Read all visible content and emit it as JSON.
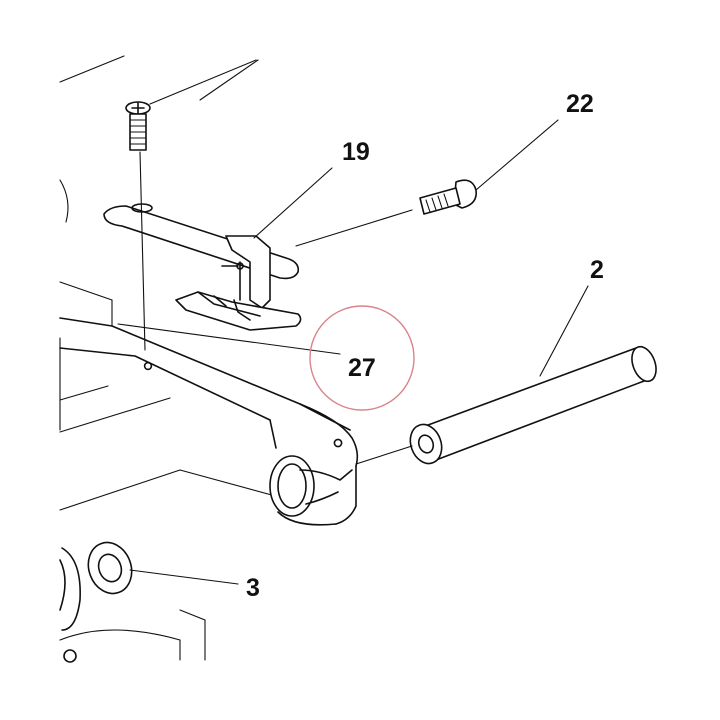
{
  "labels": {
    "part_19": "19",
    "part_22": "22",
    "part_2": "2",
    "part_27": "27",
    "part_3": "3"
  },
  "highlight": {
    "target_label": "27",
    "color": "#d9838a"
  }
}
